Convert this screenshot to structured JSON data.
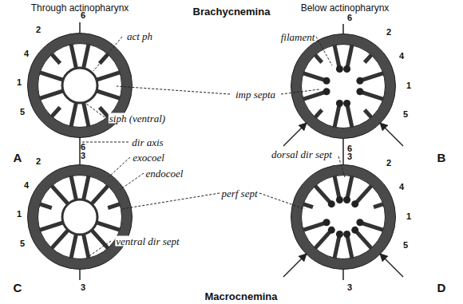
{
  "diagram": {
    "labels": [
      "Through actinopharynx",
      "Below actinopharynx",
      "Brachycnemina",
      "Macrocnemina",
      "6",
      "2",
      "4",
      "1",
      "5",
      "3",
      "A",
      "6",
      "2",
      "4",
      "1",
      "5",
      "3",
      "B",
      "6",
      "2",
      "4",
      "1",
      "5",
      "3",
      "C",
      "6",
      "2",
      "4",
      "1",
      "5",
      "3",
      "D",
      "act ph",
      "filament",
      "imp septa",
      "siph (ventral)",
      "dir axis",
      "exocoel",
      "endocoel",
      "dorsal dir sept",
      "perf sept",
      "ventral dir sept"
    ]
  }
}
